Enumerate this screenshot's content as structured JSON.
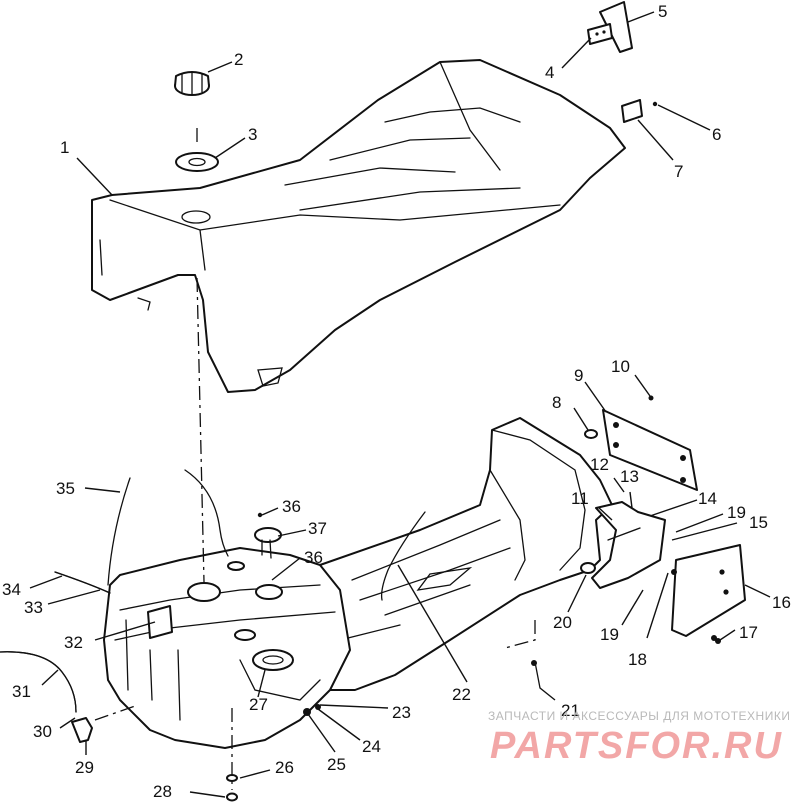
{
  "callouts": [
    {
      "id": "1",
      "label": "1"
    },
    {
      "id": "2",
      "label": "2"
    },
    {
      "id": "3",
      "label": "3"
    },
    {
      "id": "4",
      "label": "4"
    },
    {
      "id": "5",
      "label": "5"
    },
    {
      "id": "6",
      "label": "6"
    },
    {
      "id": "7",
      "label": "7"
    },
    {
      "id": "8",
      "label": "8"
    },
    {
      "id": "9",
      "label": "9"
    },
    {
      "id": "10",
      "label": "10"
    },
    {
      "id": "11",
      "label": "11"
    },
    {
      "id": "12",
      "label": "12"
    },
    {
      "id": "13",
      "label": "13"
    },
    {
      "id": "14",
      "label": "14"
    },
    {
      "id": "15",
      "label": "15"
    },
    {
      "id": "16",
      "label": "16"
    },
    {
      "id": "17",
      "label": "17"
    },
    {
      "id": "18",
      "label": "18"
    },
    {
      "id": "19a",
      "label": "19"
    },
    {
      "id": "19b",
      "label": "19"
    },
    {
      "id": "20",
      "label": "20"
    },
    {
      "id": "21",
      "label": "21"
    },
    {
      "id": "22",
      "label": "22"
    },
    {
      "id": "23",
      "label": "23"
    },
    {
      "id": "24",
      "label": "24"
    },
    {
      "id": "25",
      "label": "25"
    },
    {
      "id": "26",
      "label": "26"
    },
    {
      "id": "27",
      "label": "27"
    },
    {
      "id": "28",
      "label": "28"
    },
    {
      "id": "29",
      "label": "29"
    },
    {
      "id": "30",
      "label": "30"
    },
    {
      "id": "31",
      "label": "31"
    },
    {
      "id": "32",
      "label": "32"
    },
    {
      "id": "33",
      "label": "33"
    },
    {
      "id": "34",
      "label": "34"
    },
    {
      "id": "35",
      "label": "35"
    },
    {
      "id": "36a",
      "label": "36"
    },
    {
      "id": "36b",
      "label": "36"
    },
    {
      "id": "37",
      "label": "37"
    }
  ],
  "watermark": {
    "tagline": "ЗАПЧАСТИ И АКСЕССУАРЫ ДЛЯ МОТОТЕХНИКИ",
    "logo": "PARTSFOR.RU",
    "color": "#f2a7a7"
  }
}
